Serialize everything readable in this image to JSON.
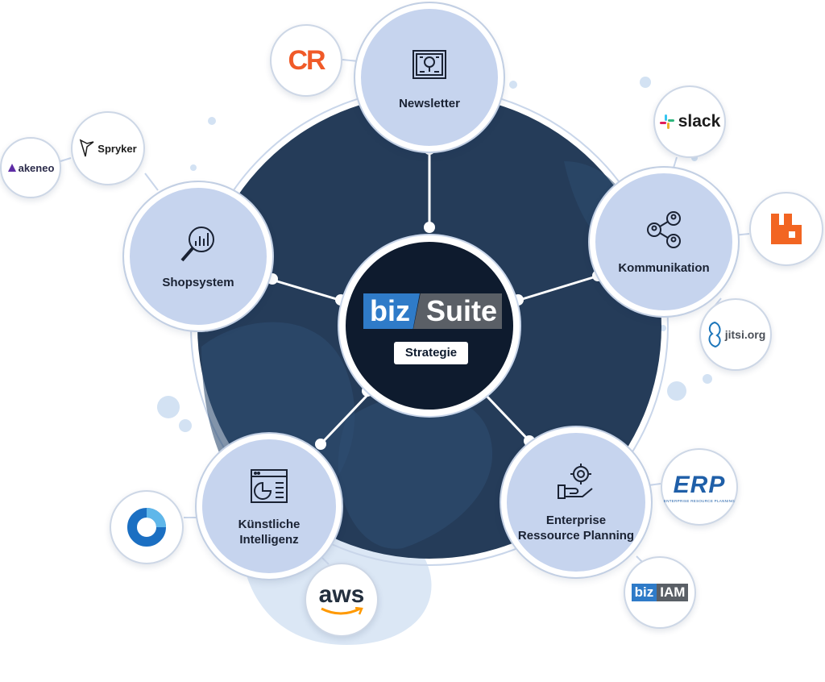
{
  "hub": {
    "logo_left": "biz",
    "logo_right": "Suite",
    "badge": "Strategie"
  },
  "nodes": [
    {
      "id": "newsletter",
      "label": "Newsletter",
      "icon": "newspaper-icon"
    },
    {
      "id": "kommunikation",
      "label": "Kommunikation",
      "icon": "share-users-icon"
    },
    {
      "id": "erp",
      "label": "Enterprise Ressource Planning",
      "icon": "gear-hand-icon"
    },
    {
      "id": "ki",
      "label": "Künstliche Intelligenz",
      "icon": "dashboard-window-icon"
    },
    {
      "id": "shopsystem",
      "label": "Shopsystem",
      "icon": "magnifier-chart-icon"
    }
  ],
  "logos": {
    "cr": "CR",
    "slack": "slack",
    "rabbitmq": "rabbitmq-icon",
    "jitsi": "jitsi.org",
    "erp_main": "ERP",
    "erp_sub": "ENTERPRISE RESOURCE PLANNING",
    "biziam_left": "biz",
    "biziam_right": "IAM",
    "aws": "aws",
    "ring": "ring-logo-icon",
    "spryker": "Spryker",
    "akeneo": "akeneo"
  },
  "colors": {
    "hub": "#0e1b2e",
    "disc": "#253c59",
    "node": "#c6d4ee",
    "accent_blue": "#2f7bc8",
    "cr_orange": "#f05a28",
    "rabbit_orange": "#f26522"
  }
}
